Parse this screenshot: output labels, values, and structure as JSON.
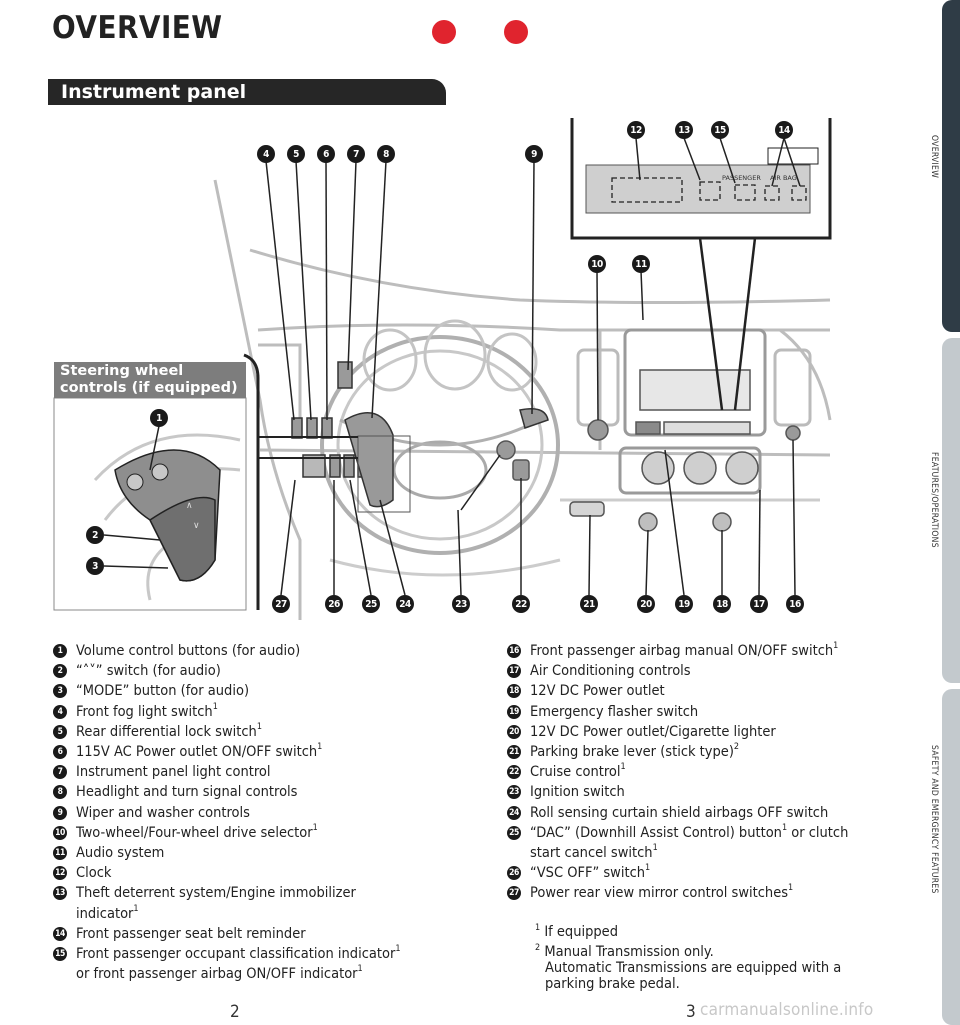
{
  "header": {
    "title": "OVERVIEW",
    "section": "Instrument panel"
  },
  "diagram": {
    "steering_label_line1": "Steering wheel",
    "steering_label_line2": "controls (if equipped)",
    "display_labels": [
      "PASSENGER",
      "AIR BAG"
    ],
    "callouts_top": [
      "4",
      "5",
      "6",
      "7",
      "8",
      "9"
    ],
    "callouts_display": [
      "12",
      "13",
      "15",
      "14"
    ],
    "callouts_mid": [
      "10",
      "11"
    ],
    "callouts_steer": [
      "1",
      "2",
      "3"
    ],
    "callouts_bottom": [
      "27",
      "26",
      "25",
      "24",
      "23",
      "22",
      "21",
      "20",
      "19",
      "18",
      "17",
      "16"
    ]
  },
  "left_list": [
    {
      "n": "1",
      "text": "Volume control buttons (for audio)",
      "sup": ""
    },
    {
      "n": "2",
      "text": "“˄˅” switch (for audio)",
      "sup": ""
    },
    {
      "n": "3",
      "text": "“MODE” button (for audio)",
      "sup": ""
    },
    {
      "n": "4",
      "text": "Front fog light switch",
      "sup": "1"
    },
    {
      "n": "5",
      "text": "Rear differential lock switch",
      "sup": "1"
    },
    {
      "n": "6",
      "text": "115V AC Power outlet ON/OFF switch",
      "sup": "1"
    },
    {
      "n": "7",
      "text": "Instrument panel light control",
      "sup": ""
    },
    {
      "n": "8",
      "text": "Headlight and turn signal controls",
      "sup": ""
    },
    {
      "n": "9",
      "text": "Wiper and washer controls",
      "sup": ""
    },
    {
      "n": "10",
      "text": "Two-wheel/Four-wheel drive selector",
      "sup": "1"
    },
    {
      "n": "11",
      "text": "Audio system",
      "sup": ""
    },
    {
      "n": "12",
      "text": "Clock",
      "sup": ""
    },
    {
      "n": "13",
      "text": "Theft deterrent system/Engine immobilizer",
      "cont": "indicator",
      "sup": "1"
    },
    {
      "n": "14",
      "text": "Front passenger seat belt reminder",
      "sup": ""
    },
    {
      "n": "15",
      "text": "Front passenger occupant classification indicator",
      "sup": "1",
      "cont": "or front passenger airbag ON/OFF indicator",
      "sup2": "1"
    }
  ],
  "right_list": [
    {
      "n": "16",
      "text": "Front passenger airbag manual ON/OFF switch",
      "sup": "1"
    },
    {
      "n": "17",
      "text": "Air Conditioning controls",
      "sup": ""
    },
    {
      "n": "18",
      "text": "12V DC Power outlet",
      "sup": ""
    },
    {
      "n": "19",
      "text": "Emergency flasher switch",
      "sup": ""
    },
    {
      "n": "20",
      "text": "12V DC Power outlet/Cigarette lighter",
      "sup": ""
    },
    {
      "n": "21",
      "text": "Parking brake lever (stick type)",
      "sup": "2"
    },
    {
      "n": "22",
      "text": "Cruise control",
      "sup": "1"
    },
    {
      "n": "23",
      "text": "Ignition switch",
      "sup": ""
    },
    {
      "n": "24",
      "text": "Roll sensing curtain shield airbags OFF switch",
      "sup": ""
    },
    {
      "n": "25",
      "text": "“DAC” (Downhill Assist Control) button",
      "sup": "1",
      "mid": " or clutch",
      "cont": "start cancel switch",
      "sup2": "1"
    },
    {
      "n": "26",
      "text": "“VSC OFF” switch",
      "sup": "1"
    },
    {
      "n": "27",
      "text": "Power rear view mirror control switches",
      "sup": "1"
    }
  ],
  "footnotes": {
    "f1_mark": "1",
    "f1": "If equipped",
    "f2_mark": "2",
    "f2": "Manual Transmission only.",
    "f2_cont1": "Automatic Transmissions are equipped with a",
    "f2_cont2": "parking brake pedal."
  },
  "pages": {
    "left": "2",
    "right": "3"
  },
  "watermark": "carmanualsonline.info",
  "side_tabs": [
    "OVERVIEW",
    "FEATURES/OPERATIONS",
    "SAFETY AND EMERGENCY FEATURES"
  ],
  "colors": {
    "accent_red": "#e0242e",
    "tab_active": "#2f3c46",
    "tab_inactive": "#c3c9cd"
  }
}
